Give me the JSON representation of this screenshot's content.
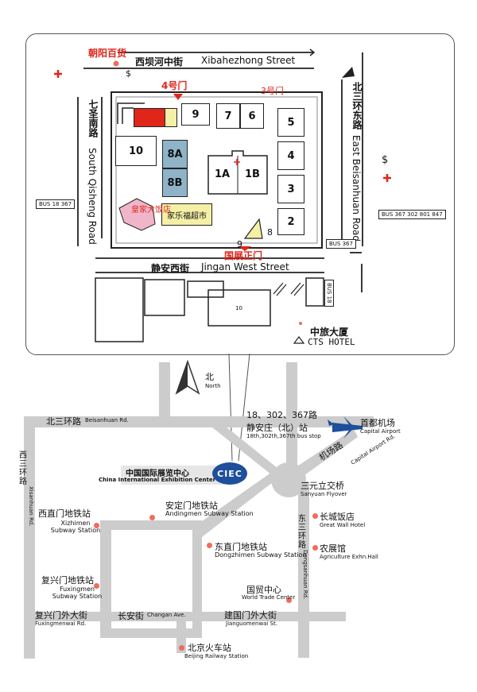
{
  "inset": {
    "stores": {
      "chaoyang": "朝阳百货",
      "jialefu": "家乐福超市",
      "huangjia": "皇家大饭店",
      "cts_cn": "中旅大厦",
      "cts_en": "CTS HOTEL"
    },
    "streets": {
      "xibahe_cn": "西坝河中街",
      "xibahe_en": "Xibahezhong Street",
      "qisheng_cn": "七圣南路",
      "qisheng_en": "South Qisheng Road",
      "beisanhuan_cn": "北三环东路",
      "beisanhuan_en": "East Beisanhuan Road",
      "jingan_cn": "静安西街",
      "jingan_en": "Jingan West Street"
    },
    "gates": {
      "gate4": "4号门",
      "gate3": "3号门",
      "main_gate": "国展正门"
    },
    "halls": {
      "h9": "9",
      "h7": "7",
      "h6": "6",
      "h5": "5",
      "h4": "4",
      "h3": "3",
      "h2": "2",
      "h10": "10",
      "h8A": "8A",
      "h8B": "8B",
      "h1A": "1A",
      "h1B": "1B",
      "h8": "8",
      "h9b": "9",
      "h10b": "10"
    },
    "signs": {
      "dollar1": "$",
      "dollar2": "$"
    },
    "bus": {
      "left": "BUS 18 367",
      "right": "BUS 367 302 801 847",
      "bottom": "BUS 367",
      "bottom_vert": "BUS 18"
    }
  },
  "map": {
    "north_cn": "北",
    "north_en": "North",
    "beisanhuan_cn": "北三环路",
    "beisanhuan_en": "Beisanhuan Rd.",
    "xisanhuan_cn": "西三环路",
    "xisanhuan_en": "Xisanhuan Rd.",
    "dongsanhuan_cn": "东三环路",
    "dongsanhuan_en": "Dongsanhuan Rd.",
    "airport_rd_cn": "机场路",
    "airport_rd_en": "Capital Airport Rd.",
    "bus_stop_routes": "18、302、367路",
    "bus_stop_cn": "静安庄（北）站",
    "bus_stop_en": "18th,302th,367th bus stop",
    "airport_cn": "首都机场",
    "airport_en": "Capital Airport",
    "ciec_cn": "中国国际展览中心",
    "ciec_en": "China International Exhibition Center",
    "ciec_logo": "CIEC",
    "sanyuan_cn": "三元立交桥",
    "sanyuan_en": "Sanyuan Flyover",
    "greatwall_cn": "长城饭店",
    "greatwall_en": "Great Wall Hotel",
    "agri_cn": "农展馆",
    "agri_en": "Agriculture Exhn.Hall",
    "xizhimen_cn": "西直门地铁站",
    "xizhimen_en": "Xizhimen Subway Station",
    "andingmen_cn": "安定门地铁站",
    "andingmen_en": "Andingmen Subway Station",
    "dongzhimen_cn": "东直门地铁站",
    "dongzhimen_en": "Dongzhimen Subway Station",
    "fuxingmen_cn": "复兴门地铁站",
    "fuxingmen_en": "Fuxingmen Subway Station",
    "wtc_cn": "国贸中心",
    "wtc_en": "World Trade Center",
    "fuxingmenwai_cn": "复兴门外大街",
    "fuxingmenwai_en": "Fuxingmenwai Rd.",
    "changan_cn": "长安街",
    "changan_en": "Changan Ave.",
    "jianguomenwai_cn": "建国门外大街",
    "jianguomenwai_en": "Jianguomenwai St.",
    "railway_cn": "北京火车站",
    "railway_en": "Beijing Railway Station"
  },
  "colors": {
    "red": "#e0251b",
    "road": "#cccccc",
    "hall_blue": "#8fb4c8",
    "hall_yellow": "#f5f0a6",
    "logo_blue": "#1d4f9c",
    "poi_dot": "#f26b5b"
  }
}
